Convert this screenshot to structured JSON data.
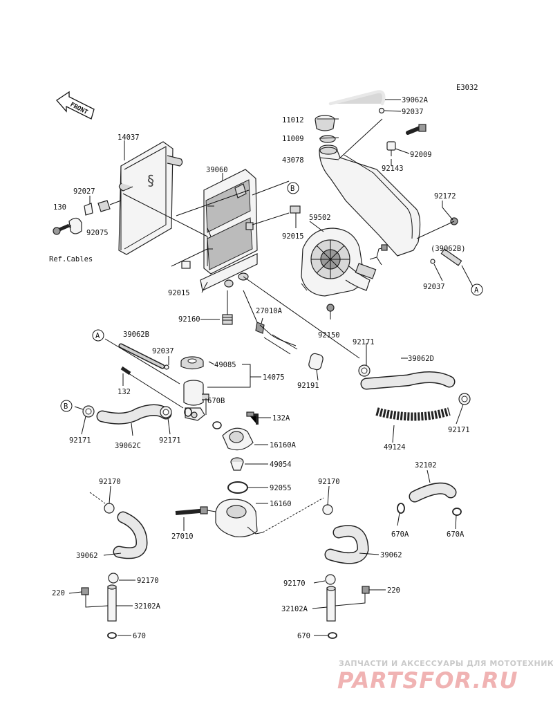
{
  "diagram_code": "E3032",
  "front_label": "FRONT",
  "ref_label": "Ref.Cables",
  "callouts": {
    "a": "A",
    "b": "B"
  },
  "parts": {
    "p39062A": "39062A",
    "p92037_top": "92037",
    "p11012": "11012",
    "p11009": "11009",
    "p43078": "43078",
    "p92009": "92009",
    "p92143": "92143",
    "p14037": "14037",
    "p39060": "39060",
    "p92027": "92027",
    "p130": "130",
    "p92075": "92075",
    "p92172": "92172",
    "p59502": "59502",
    "p92015_a": "92015",
    "p39062B_paren": "(39062B)",
    "p92037_right": "92037",
    "p92015_b": "92015",
    "p27010A": "27010A",
    "p92160": "92160",
    "p92150": "92150",
    "p92171_top": "92171",
    "p39062B": "39062B",
    "p92037_mid": "92037",
    "p49085": "49085",
    "p14075": "14075",
    "p39062D": "39062D",
    "p132_left": "132",
    "p670B": "670B",
    "p92191": "92191",
    "p92171_right": "92171",
    "p132A": "132A",
    "p49124": "49124",
    "p92171_bl": "92171",
    "p39062C": "39062C",
    "p92171_bm": "92171",
    "p16160A": "16160A",
    "p49054": "49054",
    "p32102_top": "32102",
    "p92170_l": "92170",
    "p92055": "92055",
    "p92170_r": "92170",
    "p16160": "16160",
    "p27010": "27010",
    "p670A_l": "670A",
    "p670A_r": "670A",
    "p39062_l": "39062",
    "p39062_r": "39062",
    "p92170_l2": "92170",
    "p92170_r2": "92170",
    "p220_l": "220",
    "p220_r": "220",
    "p32102A_l": "32102A",
    "p32102A_r": "32102A",
    "p670_l": "670",
    "p670_r": "670"
  },
  "watermark": {
    "tagline": "ЗАПЧАСТИ И АКСЕССУАРЫ ДЛЯ МОТОТЕХНИКИ",
    "brand": "PARTSFOR.RU"
  },
  "colors": {
    "ink": "#111111",
    "part_fill": "#d8d8d8",
    "watermark_red": "#f0b3b3"
  }
}
